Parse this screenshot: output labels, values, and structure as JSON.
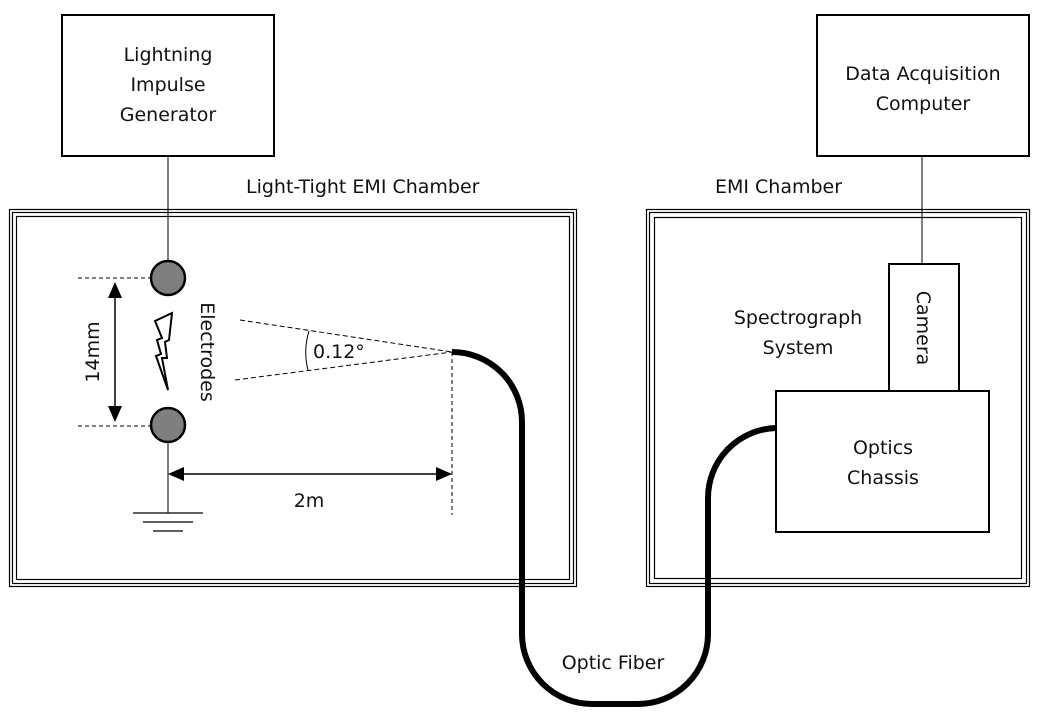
{
  "diagram": {
    "boxes": {
      "generator": {
        "lines": [
          "Lightning",
          "Impulse",
          "Generator"
        ]
      },
      "daq": {
        "lines": [
          "Data Acquisition",
          "Computer"
        ]
      },
      "camera": {
        "label": "Camera"
      },
      "optics": {
        "lines": [
          "Optics",
          "Chassis"
        ]
      }
    },
    "chambers": {
      "left": {
        "label": "Light-Tight EMI Chamber"
      },
      "right": {
        "label": "EMI Chamber"
      }
    },
    "labels": {
      "electrodes": "Electrodes",
      "gap": "14mm",
      "distance": "2m",
      "angle": "0.12°",
      "spectrograph": [
        "Spectrograph",
        "System"
      ],
      "fiber": "Optic Fiber"
    },
    "colors": {
      "line": "#000000",
      "electrode_fill": "#7f7f7f"
    }
  }
}
